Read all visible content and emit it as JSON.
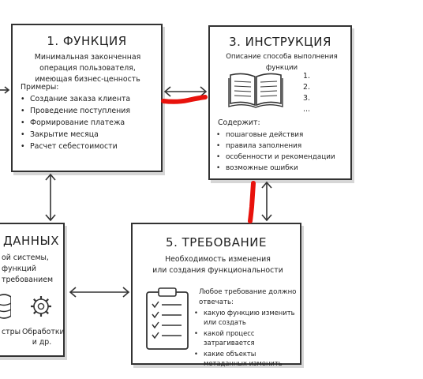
{
  "card1": {
    "title": "1.  ФУНКЦИЯ",
    "desc": "Минимальная законченная операция пользователя, имеющая бизнес-ценность",
    "examples_label": "Примеры:",
    "examples": [
      "Создание заказа клиента",
      "Проведение поступления",
      "Формирование платежа",
      "Закрытие месяца",
      "Расчет себестоимости"
    ]
  },
  "card3": {
    "title": "3.  ИНСТРУКЦИЯ",
    "desc": "Описание способа выполнения функции",
    "list_numbers": [
      "1.",
      "2.",
      "3.",
      "..."
    ],
    "contents_label": "Содержит:",
    "contents": [
      "пошаговые действия",
      "правила заполнения",
      "особенности и рекомендации",
      "возможные ошибки"
    ]
  },
  "card4": {
    "title": "ДАННЫХ",
    "lines": [
      "ой системы,",
      "функций",
      "требованием"
    ],
    "icon_label_1": "стры",
    "icon_label_2": "Обработки\nи др."
  },
  "card5": {
    "title": "5.  ТРЕБОВАНИЕ",
    "desc": "Необходимость изменения\nили создания функциональности",
    "req_intro": "Любое требование должно отвечать:",
    "req_items": [
      "какую функцию изменить или создать",
      "какой процесс затрагивается",
      "какие объекты метаданных изменить"
    ]
  },
  "colors": {
    "red_mark": "#e8120c",
    "stroke": "#333333"
  }
}
